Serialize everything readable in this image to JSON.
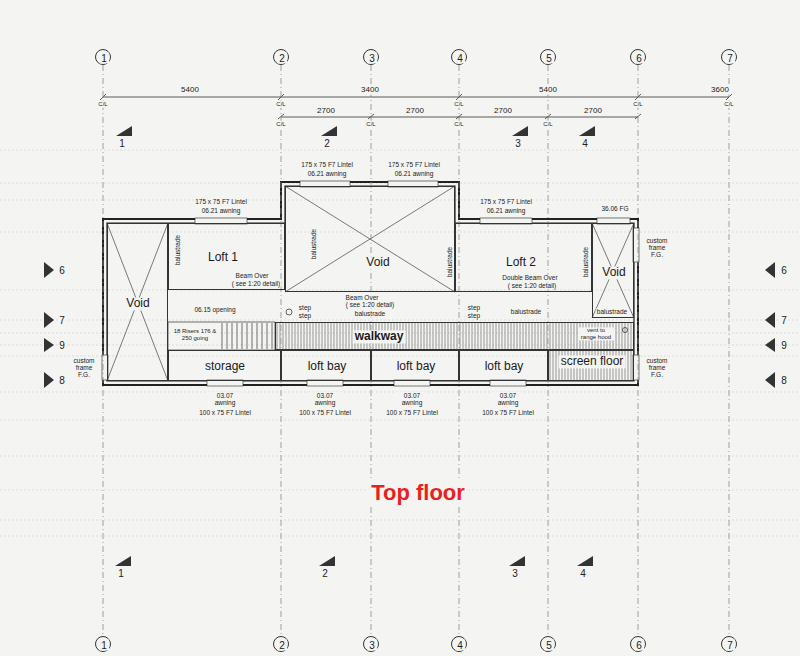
{
  "diagram": {
    "title": "Top floor",
    "nodes": [
      {
        "text": [
          "1"
        ]
      },
      {
        "text": [
          "2"
        ]
      },
      {
        "text": [
          "3"
        ]
      },
      {
        "text": [
          "4"
        ]
      },
      {
        "text": [
          "5"
        ]
      },
      {
        "text": [
          "6"
        ]
      },
      {
        "text": [
          "7"
        ]
      },
      {
        "text": [
          "Void"
        ]
      },
      {
        "text": [
          "Loft 1"
        ]
      },
      {
        "text": [
          "Void"
        ]
      },
      {
        "text": [
          "Loft 2"
        ]
      },
      {
        "text": [
          "Void"
        ]
      },
      {
        "text": [
          "walkway"
        ]
      },
      {
        "text": [
          "storage"
        ]
      },
      {
        "text": [
          "loft bay"
        ]
      },
      {
        "text": [
          "loft bay"
        ]
      },
      {
        "text": [
          "loft bay"
        ]
      },
      {
        "text": [
          "screen floor"
        ]
      },
      {
        "text": [
          "1"
        ]
      },
      {
        "text": [
          "2"
        ]
      },
      {
        "text": [
          "3"
        ]
      },
      {
        "text": [
          "4"
        ]
      },
      {
        "text": [
          "5"
        ]
      },
      {
        "text": [
          "6"
        ]
      },
      {
        "text": [
          "7"
        ]
      }
    ],
    "edges": [
      {
        "from": 0,
        "to": 18,
        "arrow": "none"
      },
      {
        "from": 1,
        "to": 19,
        "arrow": "none"
      },
      {
        "from": 2,
        "to": 20,
        "arrow": "none"
      },
      {
        "from": 3,
        "to": 21,
        "arrow": "none"
      },
      {
        "from": 4,
        "to": 22,
        "arrow": "none"
      },
      {
        "from": 5,
        "to": 23,
        "arrow": "none"
      },
      {
        "from": 6,
        "to": 24,
        "arrow": "none"
      }
    ],
    "labels": [
      "5400",
      "3400",
      "5400",
      "3600",
      "C/L",
      "C/L",
      "C/L",
      "C/L",
      "C/L",
      "2700",
      "2700",
      "2700",
      "2700",
      "C/L",
      "C/L",
      "C/L",
      "C/L",
      "1",
      "2",
      "3",
      "4",
      "6",
      "7",
      "9",
      "8",
      "6",
      "7",
      "9",
      "8",
      "1",
      "2",
      "3",
      "4",
      "175 x 75 F7 Lintel",
      "06.21 awning",
      "175 x 75 F7 Lintel",
      "06.21 awning",
      "175 x 75 F7 Lintel",
      "06.21 awning",
      "175 x 75 F7 Lintel",
      "06.21 awning",
      "36.06 FG",
      "custom frame F.G.",
      "balustrade",
      "balustrade",
      "balustrade",
      "balustrade",
      "Beam Over",
      "( see 1:20 detail)",
      "Beam Over",
      "( see 1:20 detail)",
      "Double Beam Over",
      "( see 1:20 detail)",
      "06.15 opening",
      "balustrade",
      "step",
      "step",
      "step",
      "step",
      "balustrade",
      "balustrade",
      "vent to range hood",
      "18 Risers 176 & 250 going",
      "custom frame F.G.",
      "custom frame F.G.",
      "03.07 awning",
      "100 x 75 F7 Lintel",
      "03.07 awning",
      "100 x 75 F7 Lintel",
      "03.07 awning",
      "100 x 75 F7 Lintel",
      "03.07 awning",
      "100 x 75 F7 Lintel"
    ]
  }
}
